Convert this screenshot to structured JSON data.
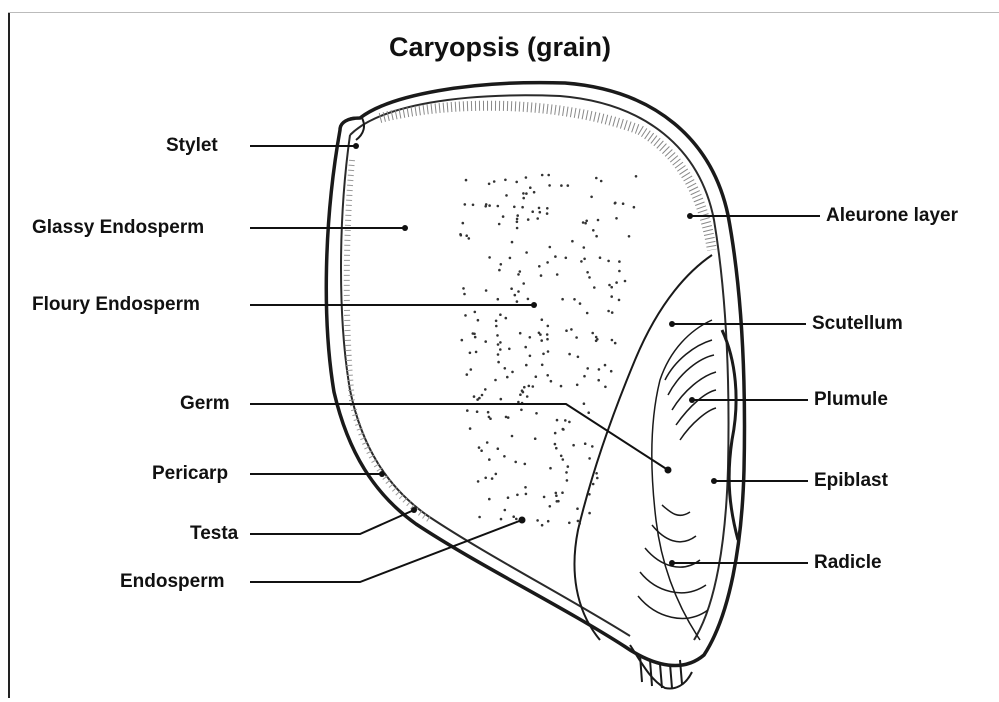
{
  "title": "Caryopsis (grain)",
  "labels": {
    "stylet": "Stylet",
    "glassy_endosperm": "Glassy Endosperm",
    "floury_endosperm": "Floury Endosperm",
    "germ": "Germ",
    "pericarp": "Pericarp",
    "testa": "Testa",
    "endosperm": "Endosperm",
    "aleurone_layer": "Aleurone layer",
    "scutellum": "Scutellum",
    "plumule": "Plumule",
    "epiblast": "Epiblast",
    "radicle": "Radicle"
  }
}
